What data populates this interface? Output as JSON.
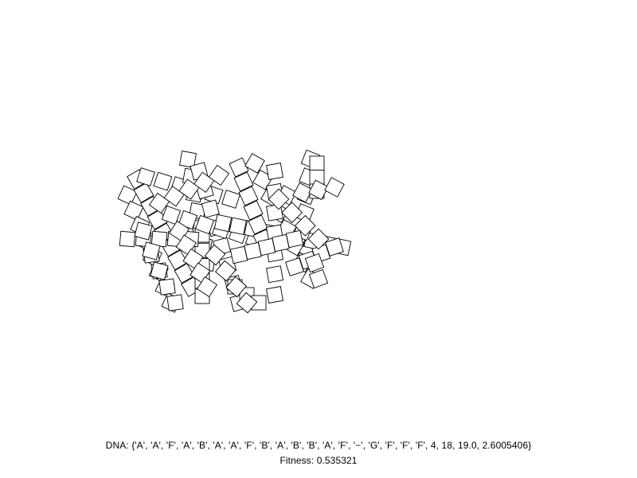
{
  "dna": {
    "prefix": "DNA: ",
    "value": "{'A', 'A', 'F', 'A', 'B', 'A', 'A', 'F', 'B', 'A', 'B', 'B', 'A', 'F', '−', 'G', 'F', 'F', 'F', 4, 18, 19.0, 2.6005406}"
  },
  "fitness": {
    "prefix": "Fitness: ",
    "value": "0.535321"
  },
  "colors": {
    "square_fill": "#ffffff",
    "square_stroke": "#000000",
    "background": "#ffffff"
  }
}
